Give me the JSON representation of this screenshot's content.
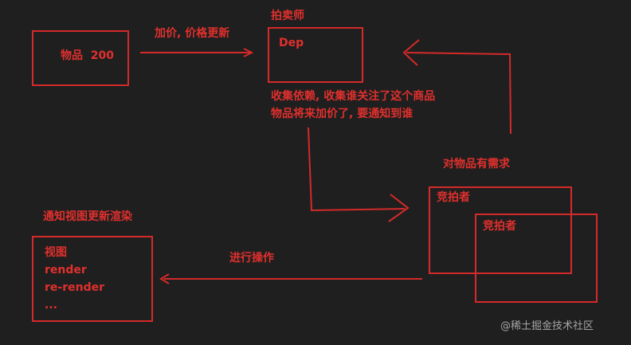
{
  "item_box": {
    "label": "物品  200"
  },
  "edge_price_update": {
    "label": "加价, 价格更新"
  },
  "auctioneer": {
    "title": "拍卖师",
    "inner_label": "Dep"
  },
  "dep_note": {
    "lines": [
      "收集依赖, 收集谁关注了这个商品",
      "物品将来加价了, 要通知到谁"
    ]
  },
  "bidders": {
    "title": "对物品有需求",
    "bidder_1": "竞拍者",
    "bidder_2": "竞拍者"
  },
  "view": {
    "title": "通知视图更新渲染",
    "lines": [
      "视图",
      "render",
      "re-render",
      "..."
    ]
  },
  "edge_operate": {
    "label": "进行操作"
  },
  "watermark": {
    "text": "@稀土掘金技术社区"
  },
  "colors": {
    "accent": "#d42a2a",
    "text": "#e0302d",
    "background": "#1f1f1f",
    "watermark": "#a5a5a5"
  }
}
